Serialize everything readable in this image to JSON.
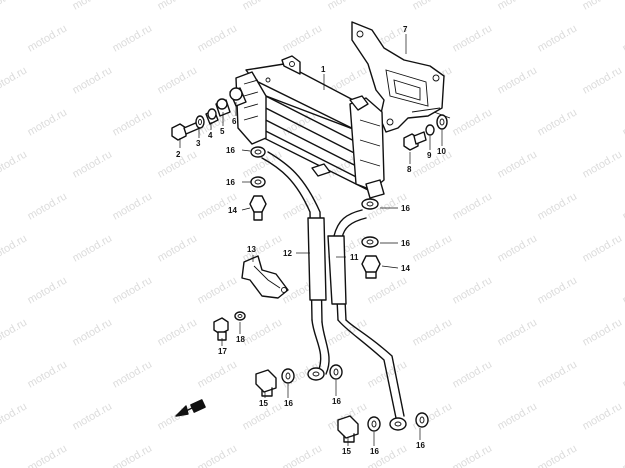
{
  "watermark": "motod.ru",
  "callouts": [
    {
      "label": "1"
    },
    {
      "label": "2"
    },
    {
      "label": "3"
    },
    {
      "label": "4"
    },
    {
      "label": "5"
    },
    {
      "label": "6"
    },
    {
      "label": "7"
    },
    {
      "label": "8"
    },
    {
      "label": "9"
    },
    {
      "label": "10"
    },
    {
      "label": "11"
    },
    {
      "label": "12"
    },
    {
      "label": "13"
    },
    {
      "label": "14"
    },
    {
      "label": "14"
    },
    {
      "label": "15"
    },
    {
      "label": "15"
    },
    {
      "label": "16"
    },
    {
      "label": "16"
    },
    {
      "label": "16"
    },
    {
      "label": "16"
    },
    {
      "label": "16"
    },
    {
      "label": "16"
    },
    {
      "label": "16"
    },
    {
      "label": "16"
    },
    {
      "label": "17"
    },
    {
      "label": "18"
    }
  ],
  "front_marker": "FRONT"
}
